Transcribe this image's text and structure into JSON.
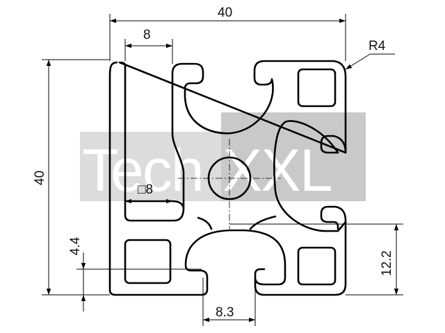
{
  "drawing": {
    "watermark": {
      "left": "Tech",
      "right": "XXL"
    },
    "dimensions": {
      "overall_width": "40",
      "overall_height": "40",
      "slot_opening": "8",
      "square_hole": "□8",
      "lip_depth": "4.4",
      "center_offset": "12.2",
      "slot_bottom": "8.3",
      "corner_radius": "R4"
    }
  }
}
